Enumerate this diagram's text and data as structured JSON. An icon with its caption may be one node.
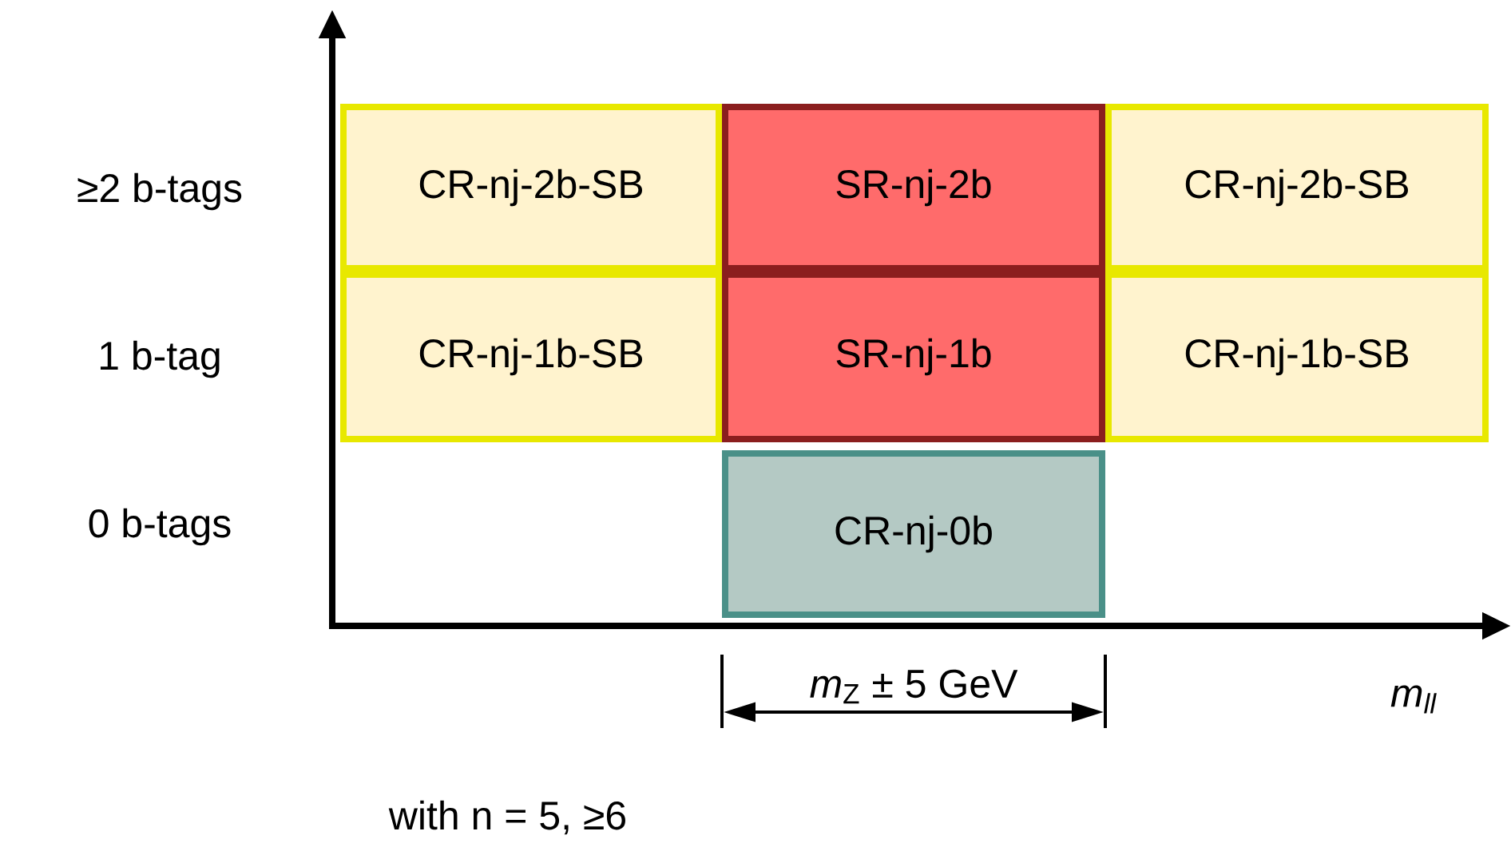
{
  "diagram": {
    "nodes": [
      {
        "text": [
          "CR-nj-2b-SB"
        ]
      },
      {
        "text": [
          "SR-nj-2b"
        ]
      },
      {
        "text": [
          "CR-nj-2b-SB"
        ]
      },
      {
        "text": [
          "CR-nj-1b-SB"
        ]
      },
      {
        "text": [
          "SR-nj-1b"
        ]
      },
      {
        "text": [
          "CR-nj-1b-SB"
        ]
      },
      {
        "text": [
          "CR-nj-0b"
        ]
      }
    ],
    "labels": [
      "≥2 b-tags",
      "1 b-tag",
      "0 b-tags",
      "*m*$_{Z}$ ± 5 GeV",
      "m$_{ll}$",
      "with n = 5, ≥6"
    ]
  }
}
